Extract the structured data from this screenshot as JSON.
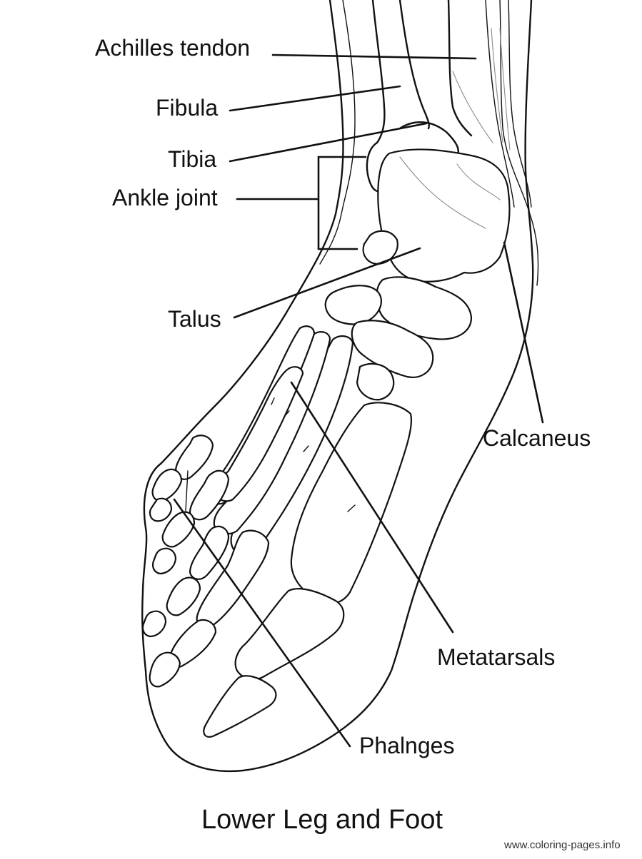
{
  "labels": {
    "achilles": "Achilles tendon",
    "fibula": "Fibula",
    "tibia": "Tibia",
    "ankle": "Ankle joint",
    "talus": "Talus",
    "calcaneus": "Calcaneus",
    "metatarsals": "Metatarsals",
    "phalanges": "Phalnges"
  },
  "title": "Lower Leg and Foot",
  "credit": "www.coloring-pages.info",
  "colors": {
    "ink": "#111111",
    "background": "#ffffff",
    "tendon": "#8a8a8a"
  }
}
